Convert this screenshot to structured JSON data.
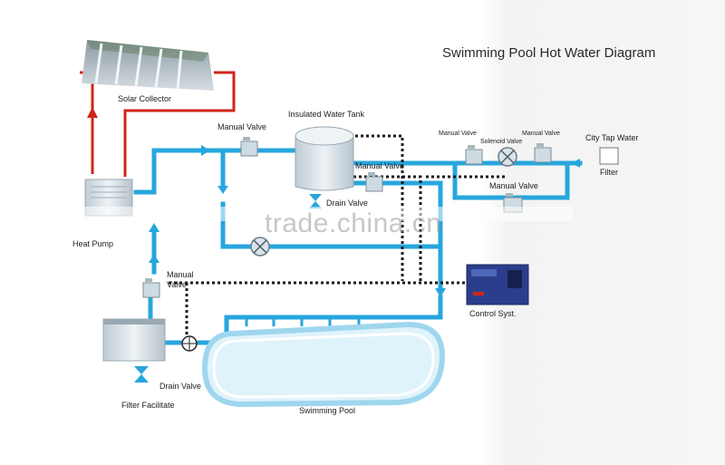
{
  "title": "Swimming Pool Hot Water Diagram",
  "watermark": "trade.china.cn",
  "labels": {
    "solar_collector": "Solar Collector",
    "heat_pump": "Heat Pump",
    "manual_valve_top": "Manual Valve",
    "insulated_tank": "Insulated Water Tank",
    "manual_valve_tank": "Manual Valve",
    "drain_valve_tank": "Drain Valve",
    "manual_valve_right1": "Manual Valve",
    "solenoid_valve": "Solenoid Valve",
    "manual_valve_right2": "Manual Valve",
    "city_tap_water": "City Tap Water",
    "filter": "Filter",
    "manual_valve_bypass": "Manual Valve",
    "manual_valve_left_1": "Manual",
    "manual_valve_left_2": "Valve",
    "control_system": "Control Syst.",
    "drain_valve": "Drain Valve",
    "filter_facilitate": "Filter Facilitate",
    "swimming_pool": "Swimming Pool"
  },
  "colors": {
    "water_pipe": "#27a6dd",
    "solar_loop": "#d2241c",
    "control_wire": "#1a1a1a",
    "equipment": "#d9e3ea"
  }
}
